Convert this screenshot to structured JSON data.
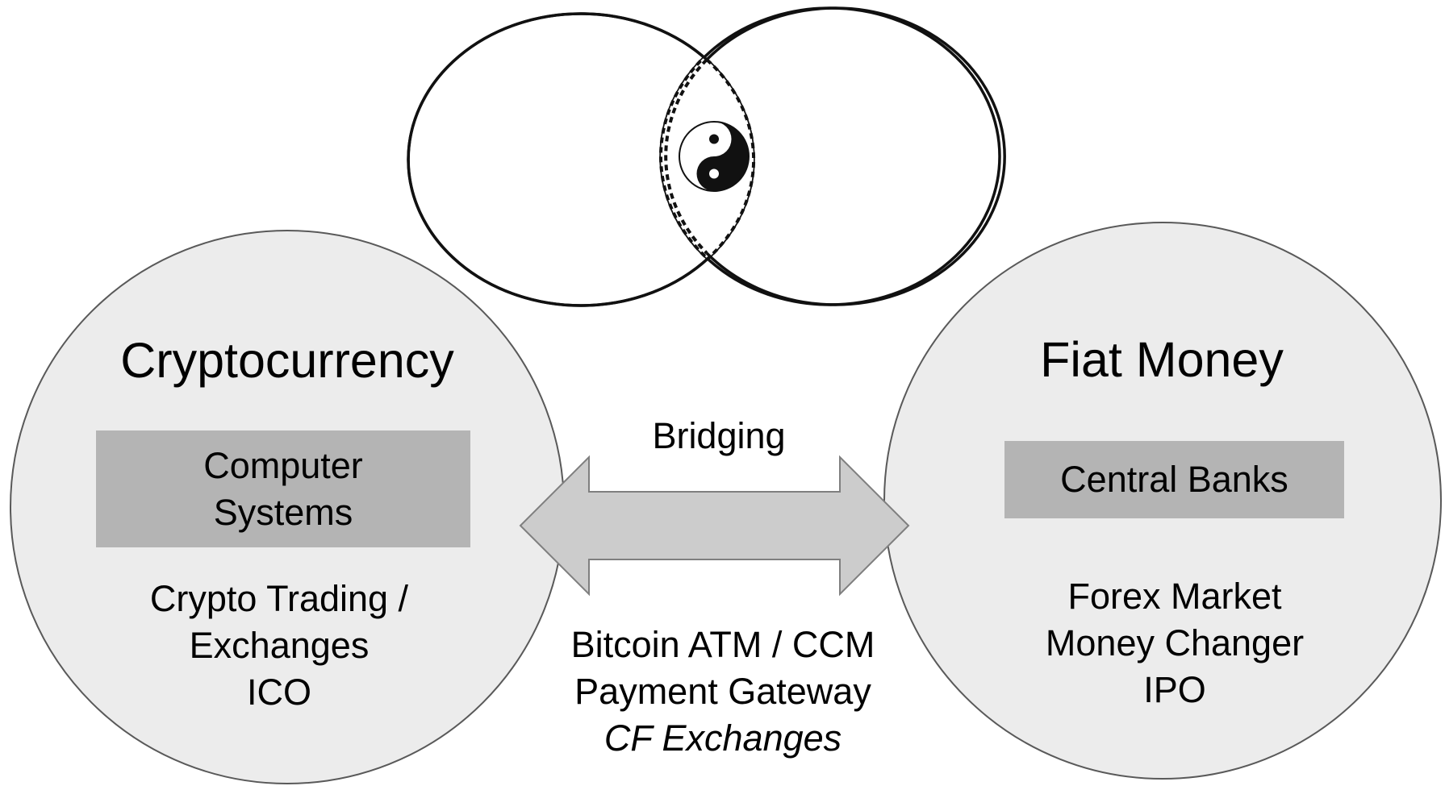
{
  "colors": {
    "circle_fill": "#ececec",
    "circle_stroke": "#595959",
    "box_fill": "#b4b4b4",
    "arrow_fill": "#cccccc",
    "arrow_stroke": "#7f7f7f",
    "venn_stroke": "#111111",
    "text": "#000000"
  },
  "icons": {
    "center_symbol": "yin-yang-icon",
    "bridge_arrow": "double-headed-arrow-icon"
  },
  "left": {
    "title": "Cryptocurrency",
    "box_lines": [
      "Computer",
      "Systems"
    ],
    "items": [
      "Crypto Trading /",
      "Exchanges",
      "ICO"
    ]
  },
  "right": {
    "title": "Fiat Money",
    "box_lines": [
      "Central Banks"
    ],
    "items": [
      "Forex Market",
      "Money Changer",
      "IPO"
    ]
  },
  "bridge": {
    "label": "Bridging",
    "items": [
      "Bitcoin ATM / CCM",
      "Payment Gateway"
    ],
    "italic_item": "CF Exchanges"
  }
}
